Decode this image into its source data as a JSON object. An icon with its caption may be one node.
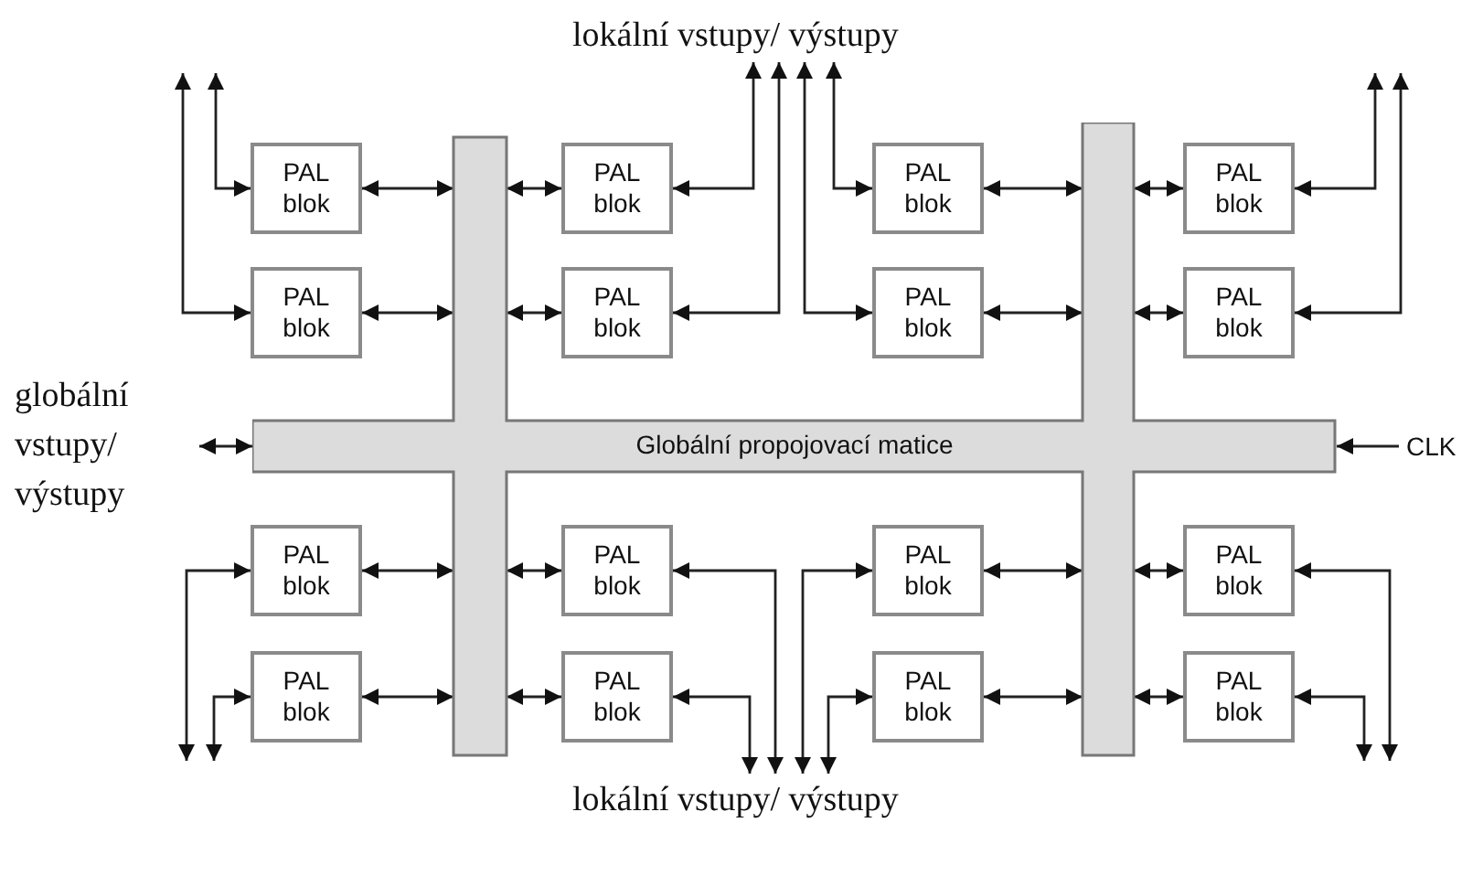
{
  "diagram": {
    "nodes": [
      {
        "text": [
          "PAL blok"
        ]
      },
      {
        "text": [
          "PAL blok"
        ]
      },
      {
        "text": [
          "PAL blok"
        ]
      },
      {
        "text": [
          "PAL blok"
        ]
      },
      {
        "text": [
          "PAL blok"
        ]
      },
      {
        "text": [
          "PAL blok"
        ]
      },
      {
        "text": [
          "PAL blok"
        ]
      },
      {
        "text": [
          "PAL blok"
        ]
      },
      {
        "text": [
          "globální vstupy/ výstupy"
        ]
      },
      {
        "text": [
          "Globální propojovací matice"
        ]
      },
      {
        "text": [
          "CLK"
        ]
      },
      {
        "text": [
          "PAL blok"
        ]
      },
      {
        "text": [
          "PAL blok"
        ]
      },
      {
        "text": [
          "PAL blok"
        ]
      },
      {
        "text": [
          "PAL blok"
        ]
      },
      {
        "text": [
          "PAL blok"
        ]
      },
      {
        "text": [
          "PAL blok"
        ]
      },
      {
        "text": [
          "PAL blok"
        ]
      },
      {
        "text": [
          "PAL blok"
        ]
      },
      {
        "text": [
          "lokální vstupy/ výstupy"
        ]
      },
      {
        "text": [
          "lokální vstupy/ výstupy"
        ]
      }
    ],
    "edges": [
      {
        "from": 0,
        "to": 9,
        "arrow": "both"
      },
      {
        "from": 0,
        "to": null,
        "arrow": "both"
      },
      {
        "from": 1,
        "to": 9,
        "arrow": "both"
      },
      {
        "from": 1,
        "to": 19,
        "arrow": "both"
      },
      {
        "from": 2,
        "to": 9,
        "arrow": "both"
      },
      {
        "from": 2,
        "to": 19,
        "arrow": "both"
      },
      {
        "from": 3,
        "to": 9,
        "arrow": "both"
      },
      {
        "from": 3,
        "to": null,
        "arrow": "both"
      },
      {
        "from": 4,
        "to": 9,
        "arrow": "both"
      },
      {
        "from": 4,
        "to": null,
        "arrow": "both"
      },
      {
        "from": 5,
        "to": 9,
        "arrow": "both"
      },
      {
        "from": 5,
        "to": 19,
        "arrow": "both"
      },
      {
        "from": 6,
        "to": 9,
        "arrow": "both"
      },
      {
        "from": 6,
        "to": 19,
        "arrow": "both"
      },
      {
        "from": 7,
        "to": 9,
        "arrow": "both"
      },
      {
        "from": 7,
        "to": null,
        "arrow": "both"
      },
      {
        "from": 8,
        "to": 9,
        "arrow": "both"
      },
      {
        "from": 10,
        "to": 9,
        "arrow": "to"
      },
      {
        "from": 11,
        "to": 9,
        "arrow": "both"
      },
      {
        "from": 11,
        "to": null,
        "arrow": "both"
      },
      {
        "from": 12,
        "to": 9,
        "arrow": "both"
      },
      {
        "from": 12,
        "to": 20,
        "arrow": "both"
      },
      {
        "from": 13,
        "to": 9,
        "arrow": "both"
      },
      {
        "from": 13,
        "to": 20,
        "arrow": "both"
      },
      {
        "from": 14,
        "to": 9,
        "arrow": "both"
      },
      {
        "from": 14,
        "to": null,
        "arrow": "both"
      },
      {
        "from": 15,
        "to": 9,
        "arrow": "both"
      },
      {
        "from": 15,
        "to": null,
        "arrow": "both"
      },
      {
        "from": 16,
        "to": 9,
        "arrow": "both"
      },
      {
        "from": 16,
        "to": 20,
        "arrow": "both"
      },
      {
        "from": 17,
        "to": 9,
        "arrow": "both"
      },
      {
        "from": 17,
        "to": 20,
        "arrow": "both"
      },
      {
        "from": 18,
        "to": 9,
        "arrow": "both"
      },
      {
        "from": 18,
        "to": null,
        "arrow": "both"
      }
    ]
  }
}
